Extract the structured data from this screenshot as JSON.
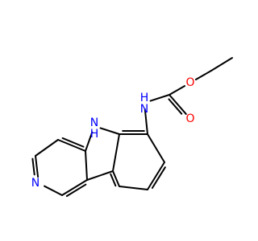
{
  "molecule": {
    "atoms": [
      {
        "id": "a_ch3",
        "element": "C"
      },
      {
        "id": "a_ch2",
        "element": "C"
      },
      {
        "id": "a_oe",
        "element": "O",
        "label": "O"
      },
      {
        "id": "a_cc",
        "element": "C"
      },
      {
        "id": "a_ocarb",
        "element": "O",
        "label": "O"
      },
      {
        "id": "a_nh_amide",
        "element": "N",
        "label": "H\nN"
      },
      {
        "id": "a_c6",
        "element": "C"
      },
      {
        "id": "a_c7a",
        "element": "C"
      },
      {
        "id": "a_n5",
        "element": "N",
        "label": "N\nH"
      },
      {
        "id": "a_c4a",
        "element": "C"
      },
      {
        "id": "a_c4",
        "element": "C"
      },
      {
        "id": "a_c3",
        "element": "C"
      },
      {
        "id": "a_n2",
        "element": "N",
        "label": "N"
      },
      {
        "id": "a_c1",
        "element": "C"
      },
      {
        "id": "a_c9b",
        "element": "C"
      },
      {
        "id": "a_c9a",
        "element": "C"
      },
      {
        "id": "a_c9",
        "element": "C"
      },
      {
        "id": "a_c8",
        "element": "C"
      },
      {
        "id": "a_c7",
        "element": "C"
      }
    ],
    "bonds": [
      {
        "from": "a_ch3",
        "to": "a_ch2",
        "order": 1
      },
      {
        "from": "a_ch2",
        "to": "a_oe",
        "order": 1
      },
      {
        "from": "a_oe",
        "to": "a_cc",
        "order": 1
      },
      {
        "from": "a_cc",
        "to": "a_ocarb",
        "order": 2
      },
      {
        "from": "a_cc",
        "to": "a_nh_amide",
        "order": 1
      },
      {
        "from": "a_nh_amide",
        "to": "a_c6",
        "order": 1
      },
      {
        "from": "a_c6",
        "to": "a_c7a",
        "order": 2
      },
      {
        "from": "a_c7a",
        "to": "a_n5",
        "order": 1
      },
      {
        "from": "a_n5",
        "to": "a_c4a",
        "order": 1
      },
      {
        "from": "a_c4a",
        "to": "a_c4",
        "order": 2
      },
      {
        "from": "a_c4",
        "to": "a_c3",
        "order": 1
      },
      {
        "from": "a_c3",
        "to": "a_n2",
        "order": 2
      },
      {
        "from": "a_n2",
        "to": "a_c1",
        "order": 1
      },
      {
        "from": "a_c1",
        "to": "a_c9b",
        "order": 2
      },
      {
        "from": "a_c9b",
        "to": "a_c4a",
        "order": 1
      },
      {
        "from": "a_c9b",
        "to": "a_c9a",
        "order": 1
      },
      {
        "from": "a_c9a",
        "to": "a_c7a",
        "order": 1
      },
      {
        "from": "a_c9a",
        "to": "a_c9",
        "order": 2
      },
      {
        "from": "a_c9",
        "to": "a_c8",
        "order": 1
      },
      {
        "from": "a_c8",
        "to": "a_c7",
        "order": 2
      },
      {
        "from": "a_c7",
        "to": "a_c6",
        "order": 1
      }
    ],
    "colors": {
      "bond": "#000000",
      "nitrogen": "#0000FF",
      "oxygen": "#FF0000",
      "background": "#FFFFFF"
    }
  }
}
